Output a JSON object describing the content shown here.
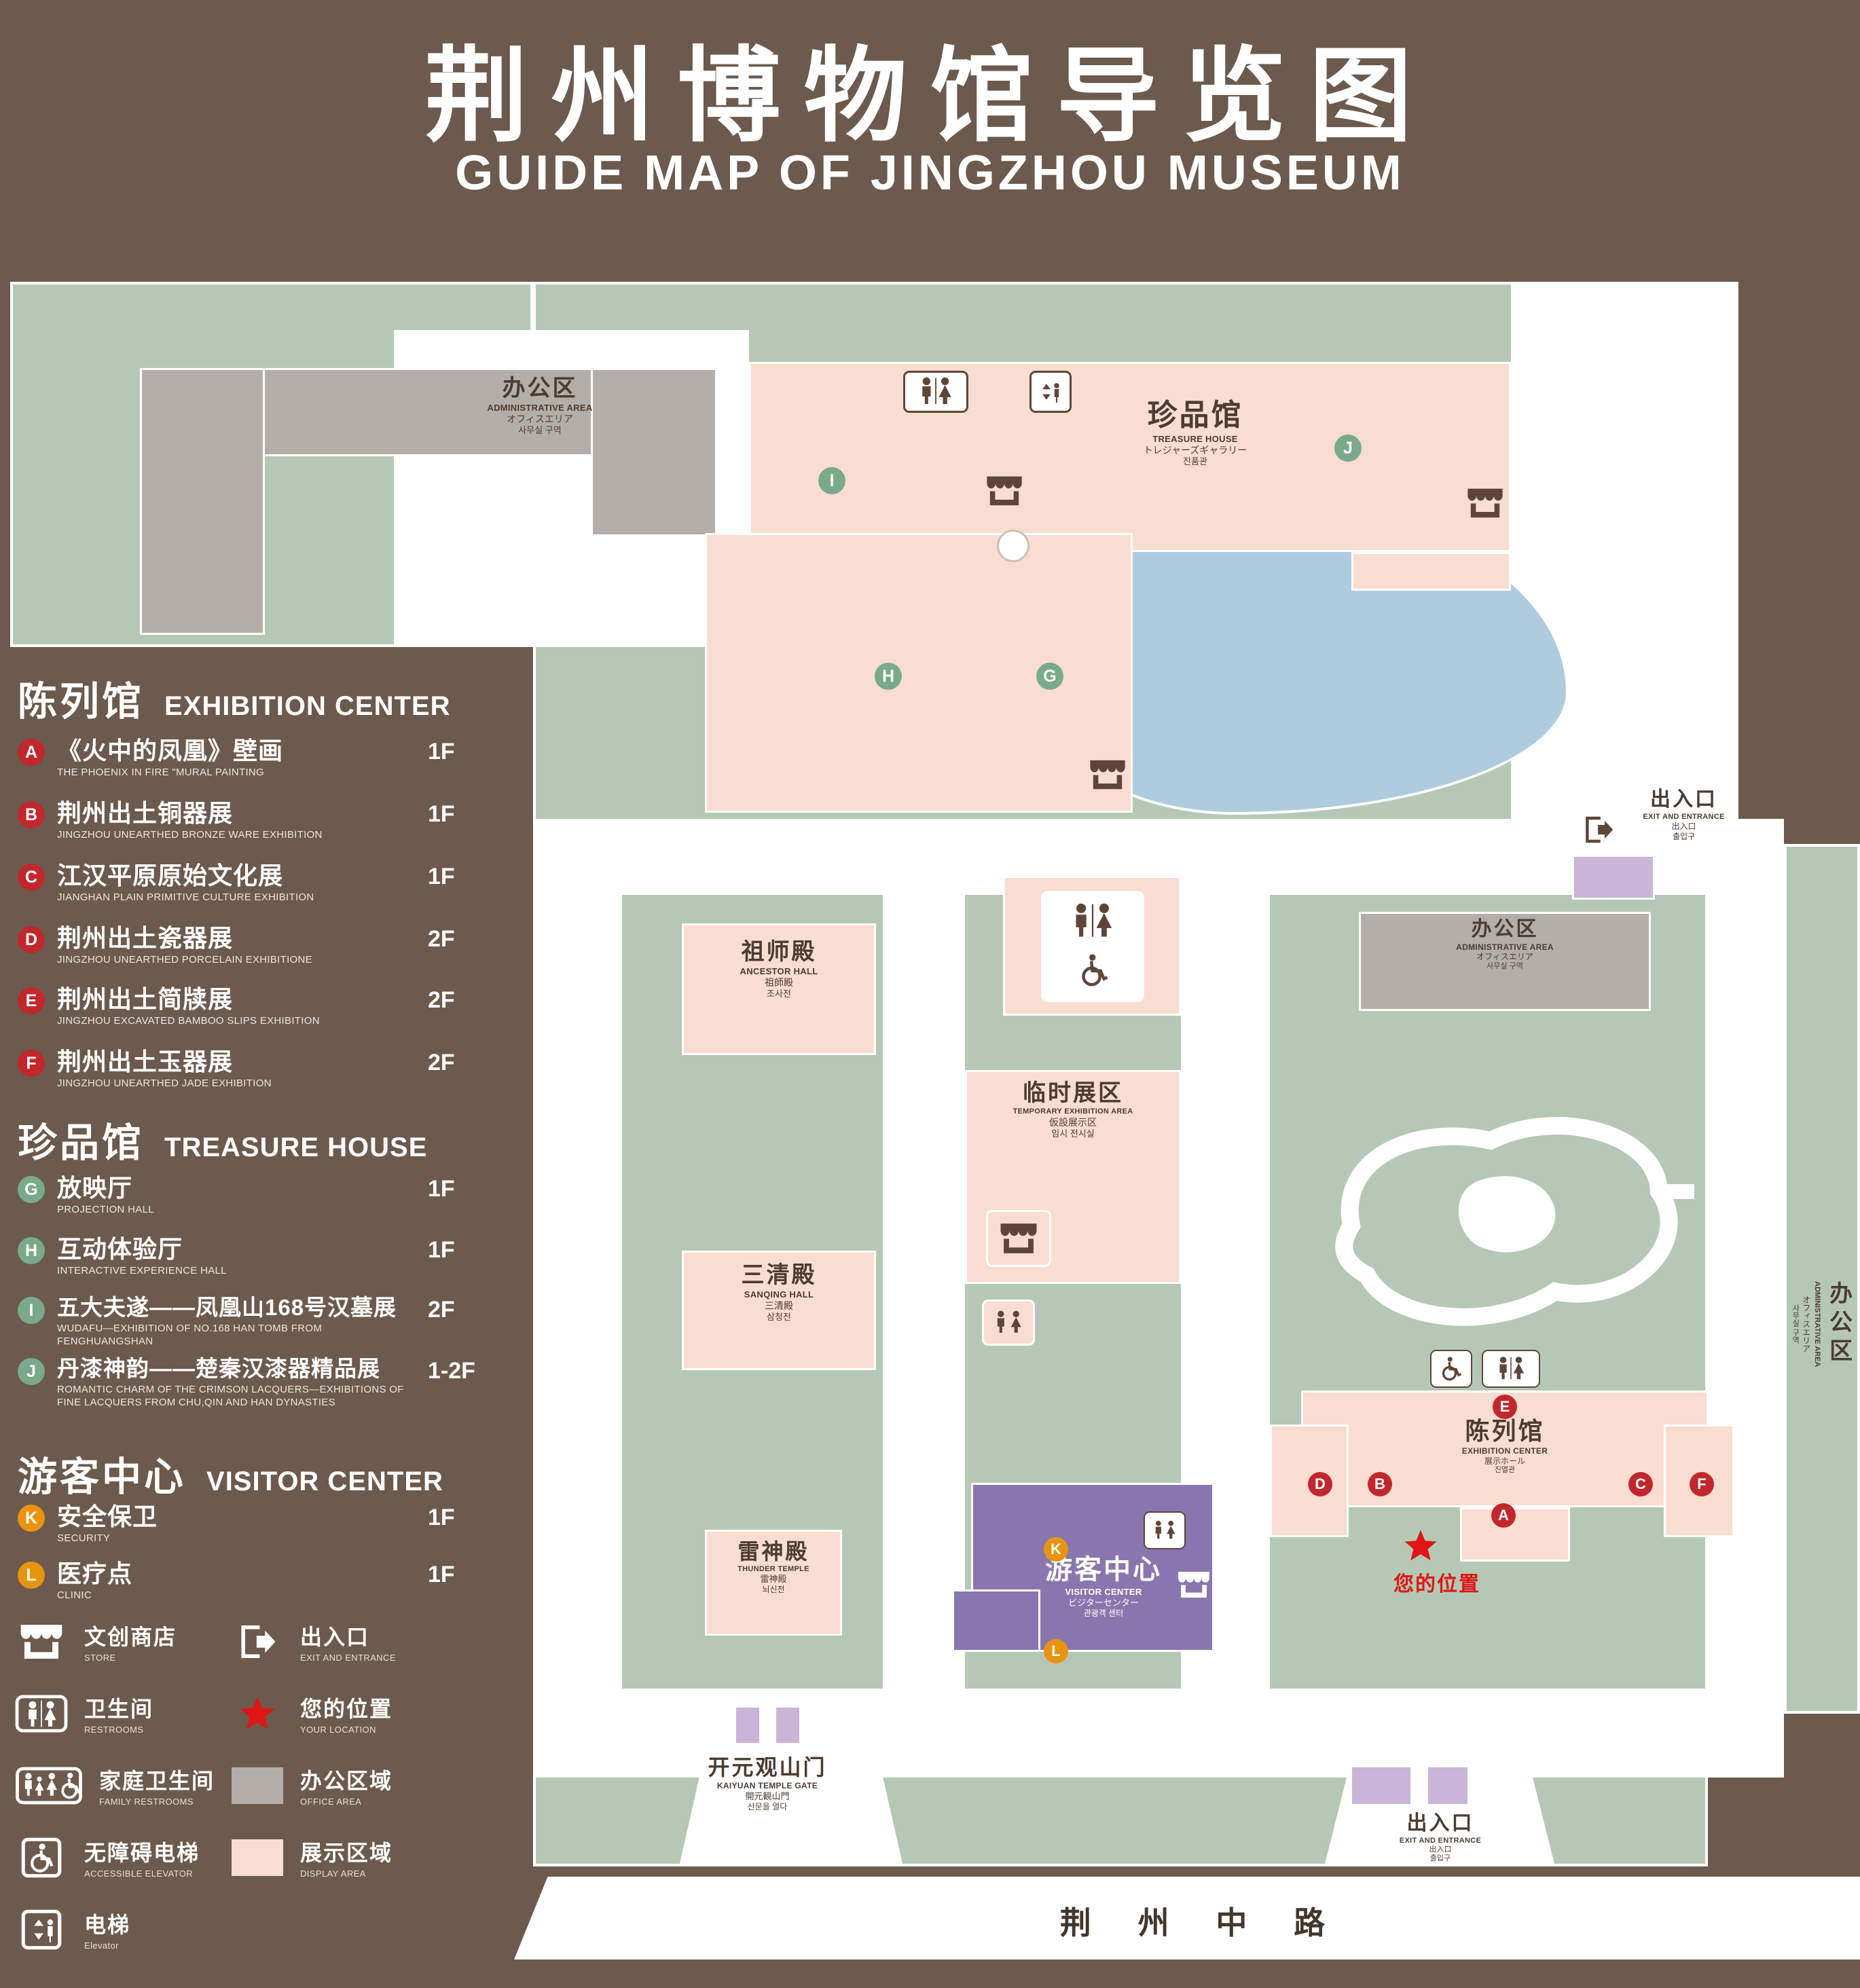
{
  "title": {
    "zh": "荆州博物馆导览图",
    "en": "GUIDE MAP OF JINGZHOU MUSEUM"
  },
  "colors": {
    "background": "#6b5a4d",
    "grounds_green": "#b5c8b5",
    "display_area_pink": "#f9ddd0",
    "office_area_gray": "#b3aeaa",
    "water_blue": "#afccdf",
    "visitor_center_purple": "#8a76ae",
    "entrance_lilac": "#cab4d8",
    "exhibition_badge_red": "#c1272d",
    "treasure_badge_green": "#7aa98c",
    "visitor_badge_orange": "#e8940f",
    "location_red": "#e01515",
    "path_white": "#ffffff"
  },
  "legend": {
    "sections": [
      {
        "zh": "陈列馆",
        "en": "EXHIBITION CENTER",
        "items": [
          {
            "letter": "A",
            "zh": "《火中的凤凰》壁画",
            "en": "THE PHOENIX IN FIRE \"MURAL PAINTING",
            "floor": "1F"
          },
          {
            "letter": "B",
            "zh": "荆州出土铜器展",
            "en": "JINGZHOU UNEARTHED BRONZE WARE EXHIBITION",
            "floor": "1F"
          },
          {
            "letter": "C",
            "zh": "江汉平原原始文化展",
            "en": "JIANGHAN PLAIN PRIMITIVE CULTURE EXHIBITION",
            "floor": "1F"
          },
          {
            "letter": "D",
            "zh": "荆州出土瓷器展",
            "en": "JINGZHOU UNEARTHED PORCELAIN EXHIBITIONE",
            "floor": "2F"
          },
          {
            "letter": "E",
            "zh": "荆州出土简牍展",
            "en": "JINGZHOU EXCAVATED BAMBOO SLIPS EXHIBITION",
            "floor": "2F"
          },
          {
            "letter": "F",
            "zh": "荆州出土玉器展",
            "en": "JINGZHOU UNEARTHED JADE EXHIBITION",
            "floor": "2F"
          }
        ]
      },
      {
        "zh": "珍品馆",
        "en": "TREASURE HOUSE",
        "items": [
          {
            "letter": "G",
            "zh": "放映厅",
            "en": "PROJECTION HALL",
            "floor": "1F"
          },
          {
            "letter": "H",
            "zh": "互动体验厅",
            "en": "INTERACTIVE EXPERIENCE HALL",
            "floor": "1F"
          },
          {
            "letter": "I",
            "zh": "五大夫遂——凤凰山168号汉墓展",
            "en": "WUDAFU—EXHIBITION OF NO.168 HAN TOMB FROM FENGHUANGSHAN",
            "floor": "2F"
          },
          {
            "letter": "J",
            "zh": "丹漆神韵——楚秦汉漆器精品展",
            "en": "ROMANTIC CHARM OF THE CRIMSON LACQUERS—EXHIBITIONS OF FINE LACQUERS FROM CHU,QIN AND HAN DYNASTIES",
            "floor": "1-2F"
          }
        ]
      },
      {
        "zh": "游客中心",
        "en": "VISITOR CENTER",
        "items": [
          {
            "letter": "K",
            "zh": "安全保卫",
            "en": "SECURITY",
            "floor": "1F"
          },
          {
            "letter": "L",
            "zh": "医疗点",
            "en": "CLINIC",
            "floor": "1F"
          }
        ]
      }
    ],
    "symbols": [
      {
        "icon": "store-icon",
        "zh": "文创商店",
        "en": "STORE"
      },
      {
        "icon": "exit-icon",
        "zh": "出入口",
        "en": "EXIT AND ENTRANCE"
      },
      {
        "icon": "restroom-icon",
        "zh": "卫生间",
        "en": "RESTROOMS"
      },
      {
        "icon": "location-star-icon",
        "zh": "您的位置",
        "en": "YOUR LOCATION"
      },
      {
        "icon": "family-restroom-icon",
        "zh": "家庭卫生间",
        "en": "FAMILY RESTROOMS"
      },
      {
        "icon": "office-area-swatch",
        "zh": "办公区域",
        "en": "OFFICE AREA"
      },
      {
        "icon": "accessible-elevator-icon",
        "zh": "无障碍电梯",
        "en": "ACCESSIBLE ELEVATOR"
      },
      {
        "icon": "display-area-swatch",
        "zh": "展示区域",
        "en": "DISPLAY AREA"
      },
      {
        "icon": "elevator-icon",
        "zh": "电梯",
        "en": "Elevator"
      }
    ]
  },
  "map": {
    "buildings": {
      "admin_top_left": {
        "zh": "办公区",
        "en": "ADMINISTRATIVE AREA",
        "ja": "オフィスエリア",
        "ko": "사무실 구역"
      },
      "treasure_house": {
        "zh": "珍品馆",
        "en": "TREASURE HOUSE",
        "ja": "トレジャーズギャラリー",
        "ko": "진품관"
      },
      "ancestor_hall": {
        "zh": "祖师殿",
        "en": "ANCESTOR HALL",
        "ja": "祖師殿",
        "ko": "조사전"
      },
      "admin_mid": {
        "zh": "办公区",
        "en": "ADMINISTRATIVE AREA",
        "ja": "オフィスエリア",
        "ko": "사무실 구역"
      },
      "temp_exhibition": {
        "zh": "临时展区",
        "en": "TEMPORARY EXHIBITION AREA",
        "ja": "仮設展示区",
        "ko": "임시 전시실"
      },
      "sanqing_hall": {
        "zh": "三清殿",
        "en": "SANQING HALL",
        "ja": "三清殿",
        "ko": "삼청전"
      },
      "thunder_temple": {
        "zh": "雷神殿",
        "en": "THUNDER TEMPLE",
        "ja": "雷神殿",
        "ko": "뇌신전"
      },
      "visitor_center": {
        "zh": "游客中心",
        "en": "VISITOR CENTER",
        "ja": "ビジターセンター",
        "ko": "관광객 센터"
      },
      "exhibition_center": {
        "zh": "陈列馆",
        "en": "EXHIBITION CENTER",
        "ja": "展示ホール",
        "ko": "진열관"
      },
      "admin_right": {
        "zh": "办公区",
        "en": "ADMINISTRATIVE AREA",
        "ja": "オフィスエリア",
        "ko": "사무실 구역"
      }
    },
    "exit_label": {
      "zh": "出入口",
      "en": "EXIT AND ENTRANCE",
      "ja": "出入口",
      "ko": "출입구"
    },
    "gate": {
      "zh": "开元观山门",
      "en": "KAIYUAN TEMPLE GATE",
      "ja": "開元観山門",
      "ko": "산문을 열다"
    },
    "your_location": "您的位置",
    "road": "荆 州 中 路"
  }
}
